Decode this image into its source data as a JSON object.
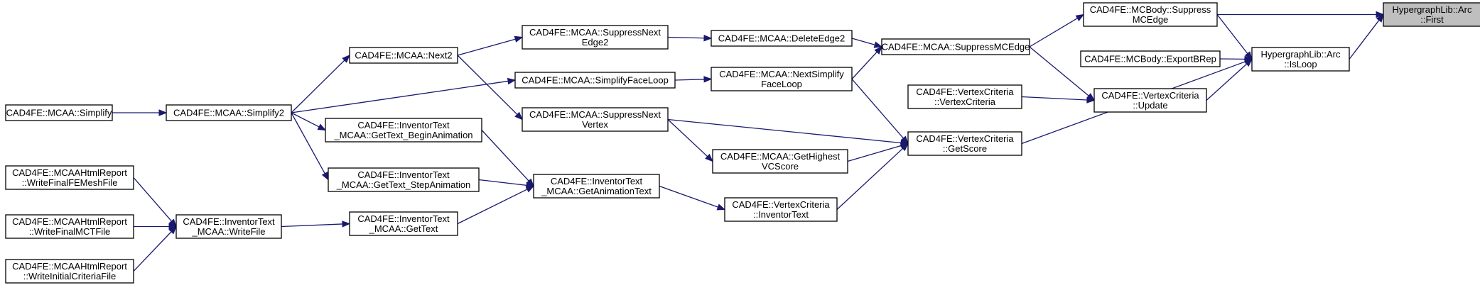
{
  "colors": {
    "edge": "#191970",
    "current_node_fill": "#bfbfbf",
    "node_fill": "#ffffff"
  },
  "nodes": {
    "first": {
      "lines": [
        "HypergraphLib::Arc",
        "::First"
      ],
      "current": true
    },
    "suppmce": {
      "lines": [
        "CAD4FE::MCBody::Suppress",
        "MCEdge"
      ]
    },
    "isloop": {
      "lines": [
        "HypergraphLib::Arc",
        "::IsLoop"
      ]
    },
    "exportbrep": {
      "lines": [
        "CAD4FE::MCBody::ExportBRep"
      ]
    },
    "mcaasupp": {
      "lines": [
        "CAD4FE::MCAA::SuppressMCEdge"
      ]
    },
    "delete2": {
      "lines": [
        "CAD4FE::MCAA::DeleteEdge2"
      ]
    },
    "nsfl": {
      "lines": [
        "CAD4FE::MCAA::NextSimplify",
        "FaceLoop"
      ]
    },
    "vcvc": {
      "lines": [
        "CAD4FE::VertexCriteria",
        "::VertexCriteria"
      ]
    },
    "vcupdate": {
      "lines": [
        "CAD4FE::VertexCriteria",
        "::Update"
      ]
    },
    "vcscore": {
      "lines": [
        "CAD4FE::VertexCriteria",
        "::GetScore"
      ]
    },
    "ghvc": {
      "lines": [
        "CAD4FE::MCAA::GetHighest",
        "VCScore"
      ]
    },
    "vcinv": {
      "lines": [
        "CAD4FE::VertexCriteria",
        "::InventorText"
      ]
    },
    "sne2": {
      "lines": [
        "CAD4FE::MCAA::SuppressNext",
        "Edge2"
      ]
    },
    "sfl": {
      "lines": [
        "CAD4FE::MCAA::SimplifyFaceLoop"
      ]
    },
    "snv": {
      "lines": [
        "CAD4FE::MCAA::SuppressNext",
        "Vertex"
      ]
    },
    "getanim": {
      "lines": [
        "CAD4FE::InventorText",
        "_MCAA::GetAnimationText"
      ]
    },
    "next2": {
      "lines": [
        "CAD4FE::MCAA::Next2"
      ]
    },
    "ba": {
      "lines": [
        "CAD4FE::InventorText",
        "_MCAA::GetText_BeginAnimation"
      ]
    },
    "sa": {
      "lines": [
        "CAD4FE::InventorText",
        "_MCAA::GetText_StepAnimation"
      ]
    },
    "gettext": {
      "lines": [
        "CAD4FE::InventorText",
        "_MCAA::GetText"
      ]
    },
    "simplify2": {
      "lines": [
        "CAD4FE::MCAA::Simplify2"
      ]
    },
    "writefile": {
      "lines": [
        "CAD4FE::InventorText",
        "_MCAA::WriteFile"
      ]
    },
    "simplify": {
      "lines": [
        "CAD4FE::MCAA::Simplify"
      ]
    },
    "wfem": {
      "lines": [
        "CAD4FE::MCAAHtmlReport",
        "::WriteFinalFEMeshFile"
      ]
    },
    "wmct": {
      "lines": [
        "CAD4FE::MCAAHtmlReport",
        "::WriteFinalMCTFile"
      ]
    },
    "wic": {
      "lines": [
        "CAD4FE::MCAAHtmlReport",
        "::WriteInitialCriteriaFile"
      ]
    }
  },
  "edges": [
    [
      "suppmce",
      "first"
    ],
    [
      "isloop",
      "first"
    ],
    [
      "suppmce",
      "isloop"
    ],
    [
      "exportbrep",
      "isloop"
    ],
    [
      "vcupdate",
      "isloop"
    ],
    [
      "vcscore",
      "isloop"
    ],
    [
      "mcaasupp",
      "suppmce"
    ],
    [
      "mcaasupp",
      "vcupdate"
    ],
    [
      "vcvc",
      "vcupdate"
    ],
    [
      "delete2",
      "mcaasupp"
    ],
    [
      "nsfl",
      "mcaasupp"
    ],
    [
      "nsfl",
      "vcscore"
    ],
    [
      "snv",
      "vcscore"
    ],
    [
      "ghvc",
      "vcscore"
    ],
    [
      "vcinv",
      "vcscore"
    ],
    [
      "sne2",
      "delete2"
    ],
    [
      "sfl",
      "nsfl"
    ],
    [
      "snv",
      "ghvc"
    ],
    [
      "getanim",
      "vcinv"
    ],
    [
      "next2",
      "sne2"
    ],
    [
      "next2",
      "snv"
    ],
    [
      "simplify2",
      "next2"
    ],
    [
      "simplify2",
      "sfl"
    ],
    [
      "simplify2",
      "ba"
    ],
    [
      "simplify2",
      "sa"
    ],
    [
      "ba",
      "getanim"
    ],
    [
      "sa",
      "getanim"
    ],
    [
      "gettext",
      "getanim"
    ],
    [
      "writefile",
      "gettext"
    ],
    [
      "simplify",
      "simplify2"
    ],
    [
      "wfem",
      "writefile"
    ],
    [
      "wmct",
      "writefile"
    ],
    [
      "wic",
      "writefile"
    ]
  ]
}
